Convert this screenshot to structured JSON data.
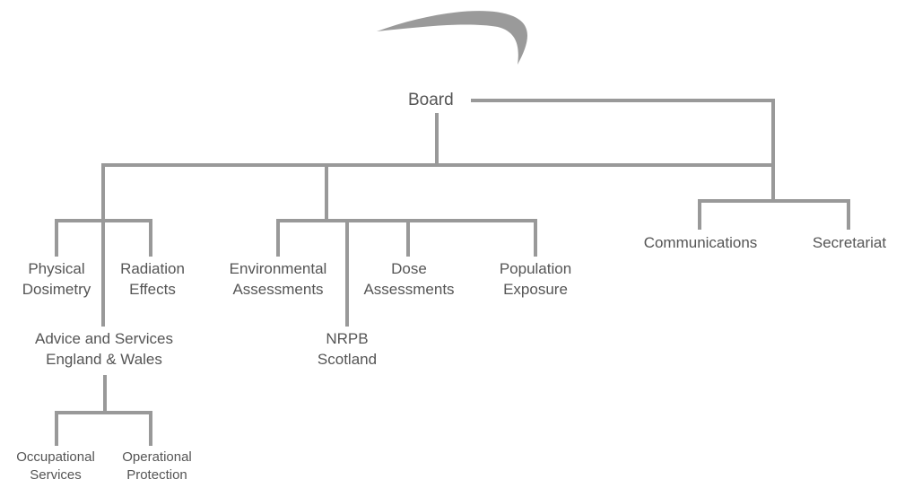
{
  "org_chart": {
    "board": "Board",
    "physical_dosimetry": [
      "Physical",
      "Dosimetry"
    ],
    "radiation_effects": [
      "Radiation",
      "Effects"
    ],
    "environmental_assessments": [
      "Environmental",
      "Assessments"
    ],
    "dose_assessments": [
      "Dose",
      "Assessments"
    ],
    "population_exposure": [
      "Population",
      "Exposure"
    ],
    "communications": "Communications",
    "secretariat": "Secretariat",
    "advice_services": [
      "Advice and Services",
      "England & Wales"
    ],
    "nrpb_scotland": [
      "NRPB",
      "Scotland"
    ],
    "occupational_services": [
      "Occupational",
      "Services"
    ],
    "operational_protection": [
      "Operational",
      "Protection"
    ]
  },
  "colors": {
    "line": "#999999",
    "text": "#555555",
    "swoosh": "#9a9a9a"
  }
}
